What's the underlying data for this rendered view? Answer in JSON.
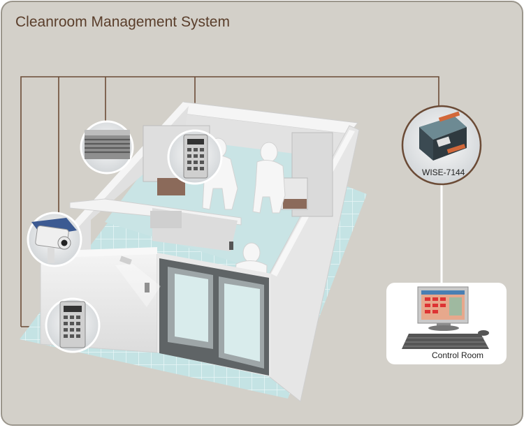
{
  "title": "Cleanroom Management System",
  "device": {
    "label": "WISE-7144",
    "icon": "io-module-icon"
  },
  "control_room": {
    "label": "Control Room",
    "icon": "computer-workstation-icon"
  },
  "callouts": [
    {
      "name": "air-vent-callout",
      "icon": "air-vent-icon"
    },
    {
      "name": "access-keypad-callout-upper",
      "icon": "keypad-icon"
    },
    {
      "name": "security-camera-callout",
      "icon": "camera-icon"
    },
    {
      "name": "access-keypad-callout-lower",
      "icon": "keypad-icon"
    }
  ],
  "colors": {
    "background": "#d3d0c9",
    "panel_border": "#8f8a80",
    "title": "#5a3e2b",
    "connector": "#6b4b36",
    "floor_tile": "#bfe0e1",
    "room_wall": "#ececec"
  }
}
